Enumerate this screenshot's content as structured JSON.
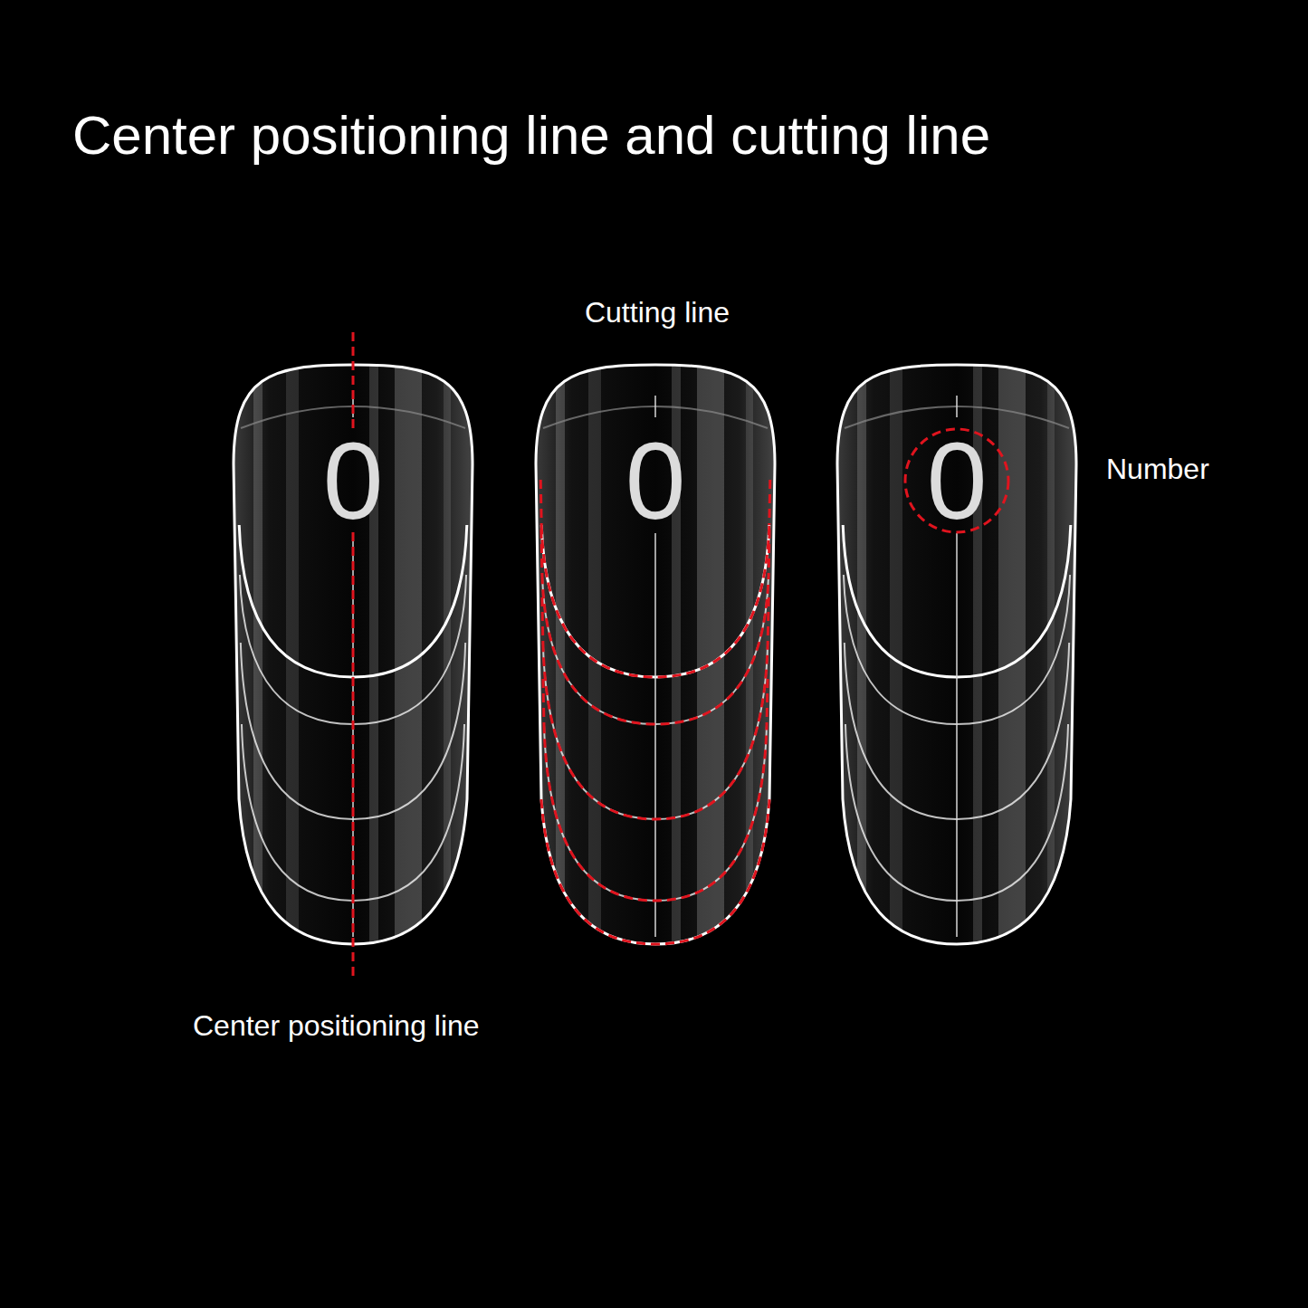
{
  "diagram": {
    "title": "Center positioning line and cutting line",
    "nodes": [
      {
        "text": [
          "0"
        ]
      },
      {
        "text": [
          "0"
        ]
      },
      {
        "text": [
          "0"
        ]
      }
    ],
    "labels": [
      "Cutting line",
      "Number",
      "Center positioning line"
    ]
  }
}
